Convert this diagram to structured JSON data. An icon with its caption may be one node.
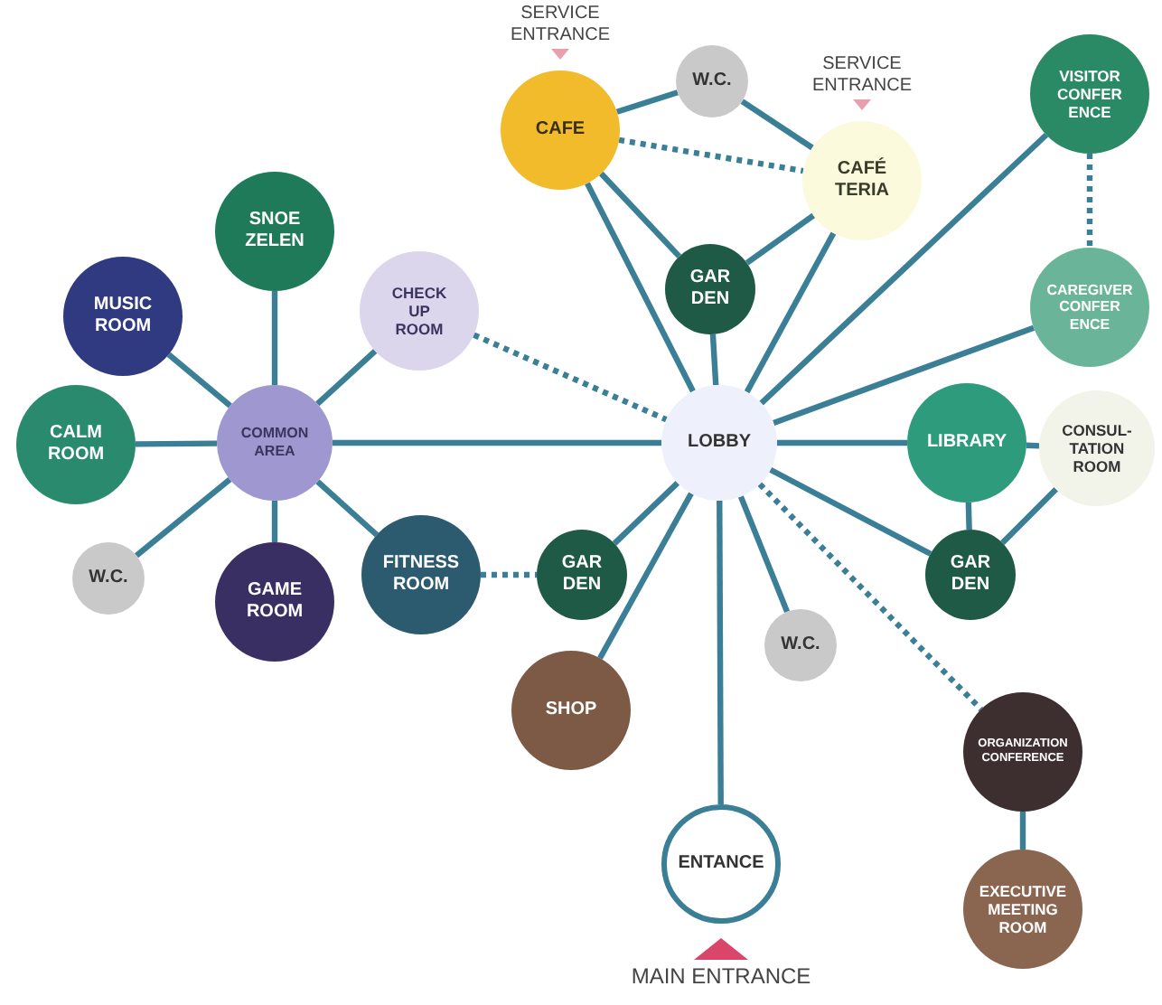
{
  "diagram": {
    "nodes": [
      {
        "text": [
          "CAFE"
        ],
        "beside": [
          "SERVICE ENTRANCE"
        ]
      },
      {
        "text": [
          "W.C."
        ]
      },
      {
        "text": [
          "CAFÉ TERIA"
        ],
        "beside": [
          "SERVICE ENTRANCE"
        ]
      },
      {
        "text": [
          "VISITOR CONFER ENCE"
        ]
      },
      {
        "text": [
          "GAR DEN"
        ]
      },
      {
        "text": [
          "SNOE ZELEN"
        ]
      },
      {
        "text": [
          "CAREGIVER CONFER ENCE"
        ]
      },
      {
        "text": [
          "MUSIC ROOM"
        ]
      },
      {
        "text": [
          "CHECK UP ROOM"
        ]
      },
      {
        "text": [
          "CALM ROOM"
        ]
      },
      {
        "text": [
          "COMMON AREA"
        ]
      },
      {
        "text": [
          "LOBBY"
        ]
      },
      {
        "text": [
          "LIBRARY"
        ]
      },
      {
        "text": [
          "CONSUL-TATION ROOM"
        ]
      },
      {
        "text": [
          "W.C."
        ]
      },
      {
        "text": [
          "GAME ROOM"
        ]
      },
      {
        "text": [
          "FITNESS ROOM"
        ]
      },
      {
        "text": [
          "GAR DEN"
        ]
      },
      {
        "text": [
          "GAR DEN"
        ]
      },
      {
        "text": [
          "W.C."
        ]
      },
      {
        "text": [
          "SHOP"
        ]
      },
      {
        "text": [
          "ORGANIZATION CONFERENCE"
        ]
      },
      {
        "text": [
          "ENTANCE"
        ],
        "beside": [
          "MAIN ENTRANCE"
        ]
      },
      {
        "text": [
          "EXECUTIVE MEETING ROOM"
        ]
      }
    ],
    "edges": [
      {
        "from": 0,
        "to": 1,
        "arrow": "none"
      },
      {
        "from": 1,
        "to": 2,
        "arrow": "none"
      },
      {
        "from": 0,
        "to": 2,
        "arrow": "none",
        "style": "dashed"
      },
      {
        "from": 0,
        "to": 4,
        "arrow": "none"
      },
      {
        "from": 4,
        "to": 2,
        "arrow": "none"
      },
      {
        "from": 0,
        "to": 11,
        "arrow": "none"
      },
      {
        "from": 4,
        "to": 11,
        "arrow": "none"
      },
      {
        "from": 2,
        "to": 11,
        "arrow": "none"
      },
      {
        "from": 3,
        "to": 11,
        "arrow": "none"
      },
      {
        "from": 3,
        "to": 6,
        "arrow": "none",
        "style": "dashed"
      },
      {
        "from": 6,
        "to": 11,
        "arrow": "none"
      },
      {
        "from": 10,
        "to": 5,
        "arrow": "none"
      },
      {
        "from": 10,
        "to": 7,
        "arrow": "none"
      },
      {
        "from": 10,
        "to": 8,
        "arrow": "none"
      },
      {
        "from": 10,
        "to": 9,
        "arrow": "none"
      },
      {
        "from": 10,
        "to": 11,
        "arrow": "none"
      },
      {
        "from": 10,
        "to": 14,
        "arrow": "none"
      },
      {
        "from": 10,
        "to": 15,
        "arrow": "none"
      },
      {
        "from": 10,
        "to": 16,
        "arrow": "none"
      },
      {
        "from": 8,
        "to": 11,
        "arrow": "none",
        "style": "dashed"
      },
      {
        "from": 16,
        "to": 17,
        "arrow": "none",
        "style": "dashed"
      },
      {
        "from": 17,
        "to": 11,
        "arrow": "none"
      },
      {
        "from": 11,
        "to": 12,
        "arrow": "none"
      },
      {
        "from": 12,
        "to": 13,
        "arrow": "none"
      },
      {
        "from": 12,
        "to": 18,
        "arrow": "none"
      },
      {
        "from": 11,
        "to": 18,
        "arrow": "none"
      },
      {
        "from": 13,
        "to": 18,
        "arrow": "none"
      },
      {
        "from": 11,
        "to": 19,
        "arrow": "none"
      },
      {
        "from": 11,
        "to": 20,
        "arrow": "none"
      },
      {
        "from": 11,
        "to": 22,
        "arrow": "none"
      },
      {
        "from": 11,
        "to": 21,
        "arrow": "none",
        "style": "dashed"
      },
      {
        "from": 21,
        "to": 23,
        "arrow": "none"
      }
    ]
  }
}
